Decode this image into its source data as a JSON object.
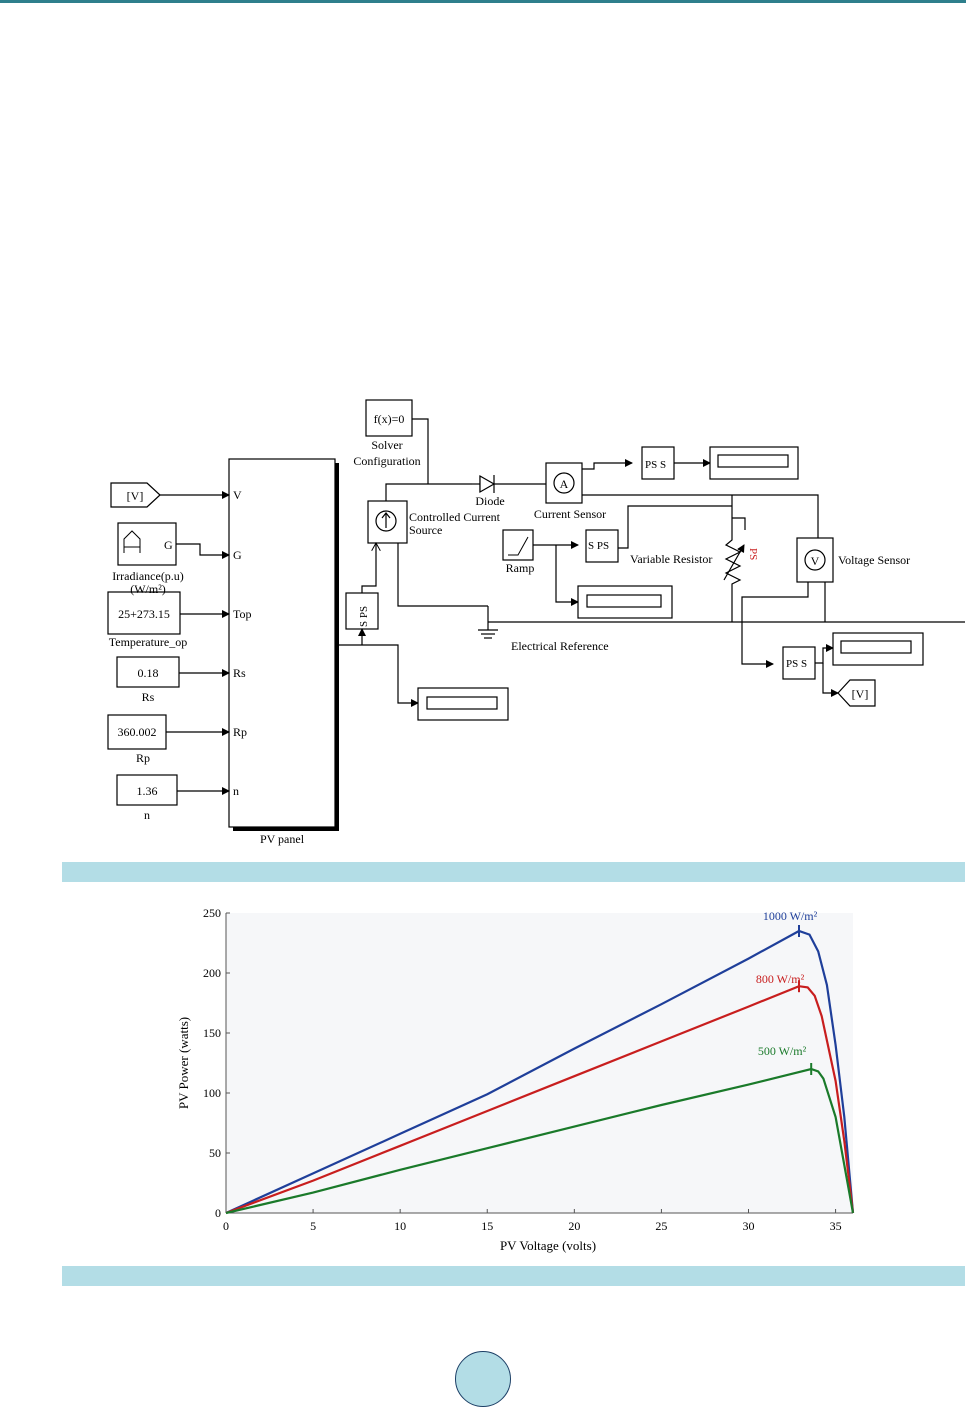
{
  "diagram": {
    "solver": {
      "expr": "f(x)=0",
      "label_line1": "Solver",
      "label_line2": "Configuration"
    },
    "goto_tag": "[V]",
    "from_tag": "[V]",
    "irradiance": {
      "port": "G",
      "label_line1": "Irradiance(p.u)",
      "label_line2": "(W/m²)"
    },
    "temperature": {
      "value": "25+273.15",
      "label": "Temperature_op"
    },
    "rs": {
      "value": "0.18",
      "label": "Rs"
    },
    "rp": {
      "value": "360.002",
      "label": "Rp"
    },
    "n": {
      "value": "1.36",
      "label": "n"
    },
    "pv_panel": {
      "label": "PV panel",
      "ports": [
        "V",
        "G",
        "Top",
        "Rs",
        "Rp",
        "n"
      ]
    },
    "ccs": {
      "label_line1": "Controlled Current",
      "label_line2": "Source"
    },
    "diode": {
      "label": "Diode"
    },
    "current_sensor": {
      "symbol": "A",
      "label": "Current Sensor"
    },
    "voltage_sensor": {
      "symbol": "V",
      "label": "Voltage Sensor"
    },
    "ramp": {
      "label": "Ramp"
    },
    "variable_resistor": {
      "label": "Variable Resistor",
      "port": "PS"
    },
    "electrical_reference": {
      "label": "Electrical Reference"
    },
    "sps_label": "S PS",
    "pss_label": "PS S"
  },
  "chart_data": {
    "type": "line",
    "xlabel": "PV Voltage (volts)",
    "ylabel": "PV Power (watts)",
    "xlim": [
      0,
      36
    ],
    "ylim": [
      0,
      250
    ],
    "xticks": [
      0,
      5,
      10,
      15,
      20,
      25,
      30,
      35
    ],
    "yticks": [
      0,
      50,
      100,
      150,
      200,
      250
    ],
    "series": [
      {
        "name": "1000 W/m²",
        "color": "#1f3f9a",
        "points": [
          [
            0,
            0
          ],
          [
            5,
            33
          ],
          [
            10,
            66
          ],
          [
            15,
            99
          ],
          [
            20,
            137
          ],
          [
            25,
            174
          ],
          [
            30,
            212
          ],
          [
            32.9,
            235
          ],
          [
            33.5,
            232
          ],
          [
            34,
            218
          ],
          [
            34.5,
            190
          ],
          [
            35,
            140
          ],
          [
            35.5,
            80
          ],
          [
            36,
            0
          ]
        ]
      },
      {
        "name": "800 W/m²",
        "color": "#c81e1e",
        "points": [
          [
            0,
            0
          ],
          [
            5,
            27
          ],
          [
            10,
            56
          ],
          [
            15,
            85
          ],
          [
            20,
            114
          ],
          [
            25,
            143
          ],
          [
            30,
            172
          ],
          [
            32.9,
            189
          ],
          [
            33.4,
            188
          ],
          [
            33.8,
            181
          ],
          [
            34.2,
            164
          ],
          [
            35,
            110
          ],
          [
            35.5,
            60
          ],
          [
            36,
            0
          ]
        ]
      },
      {
        "name": "500 W/m²",
        "color": "#1a7a2a",
        "points": [
          [
            0,
            0
          ],
          [
            5,
            17
          ],
          [
            10,
            36
          ],
          [
            15,
            54
          ],
          [
            20,
            72
          ],
          [
            25,
            90
          ],
          [
            30,
            107
          ],
          [
            33.6,
            120
          ],
          [
            34,
            118
          ],
          [
            34.3,
            112
          ],
          [
            35,
            80
          ],
          [
            35.5,
            40
          ],
          [
            36,
            0
          ]
        ]
      }
    ]
  }
}
